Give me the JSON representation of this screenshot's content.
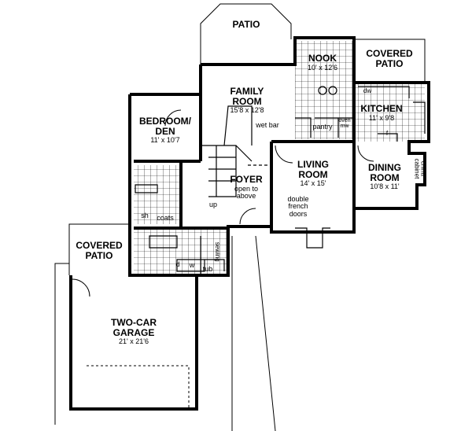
{
  "rooms": {
    "patio_top": {
      "name": "PATIO"
    },
    "nook": {
      "name": "NOOK",
      "dim": "10' x 12'6"
    },
    "covered_patio_right": {
      "name": "COVERED\nPATIO"
    },
    "family_room": {
      "name": "FAMILY\nROOM",
      "dim": "15'8 x 12'8"
    },
    "kitchen": {
      "name": "KITCHEN",
      "dim": "11' x 9'8"
    },
    "bedroom_den": {
      "name": "BEDROOM/\nDEN",
      "dim": "11' x 10'7"
    },
    "living_room": {
      "name": "LIVING\nROOM",
      "dim": "14' x 15'"
    },
    "dining_room": {
      "name": "DINING\nROOM",
      "dim": "10'8 x 11'"
    },
    "foyer": {
      "name": "FOYER",
      "dim": "open to\nabove"
    },
    "covered_patio_left": {
      "name": "COVERED\nPATIO"
    },
    "garage": {
      "name": "TWO-CAR\nGARAGE",
      "dim": "21' x 21'6"
    }
  },
  "notes": {
    "wet_bar": "wet bar",
    "pantry": "pantry",
    "oven": "oven\nmw",
    "dw": "dw",
    "fridge": "f",
    "china_cabinet": "china\ncabinet",
    "double_french_doors": "double\nfrench\ndoors",
    "up": "up",
    "sh": "sh",
    "coats": "coats",
    "dryer": "d",
    "washer": "w",
    "tub": "tub",
    "sewing": "sewing"
  }
}
